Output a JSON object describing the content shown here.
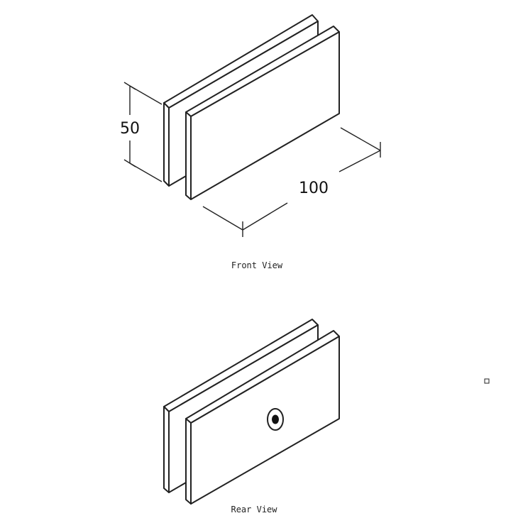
{
  "dimensions": {
    "height_value": "50",
    "length_value": "100"
  },
  "captions": {
    "front": "Front View",
    "rear": "Rear View"
  },
  "colors": {
    "line": "#222222",
    "background": "#ffffff"
  }
}
